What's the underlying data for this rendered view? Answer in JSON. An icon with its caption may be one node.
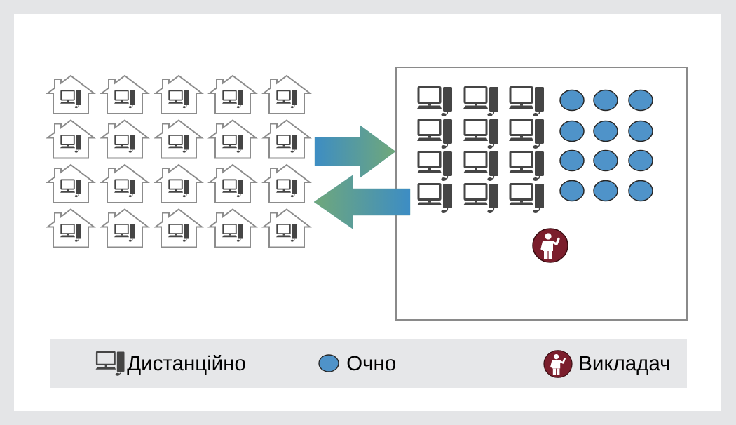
{
  "diagram": {
    "nodes": [
      {
        "text": [],
        "shape": "picture"
      },
      {
        "text": [],
        "shape": "box"
      }
    ],
    "edges": [
      {
        "from": 0,
        "to": 1,
        "arrow": "to"
      },
      {
        "from": 1,
        "to": 0,
        "arrow": "to"
      }
    ],
    "legend": [
      {
        "text": "Дистанційно"
      },
      {
        "text": "Очно",
        "color": "#4f93c9"
      },
      {
        "text": "Викладач"
      }
    ]
  }
}
